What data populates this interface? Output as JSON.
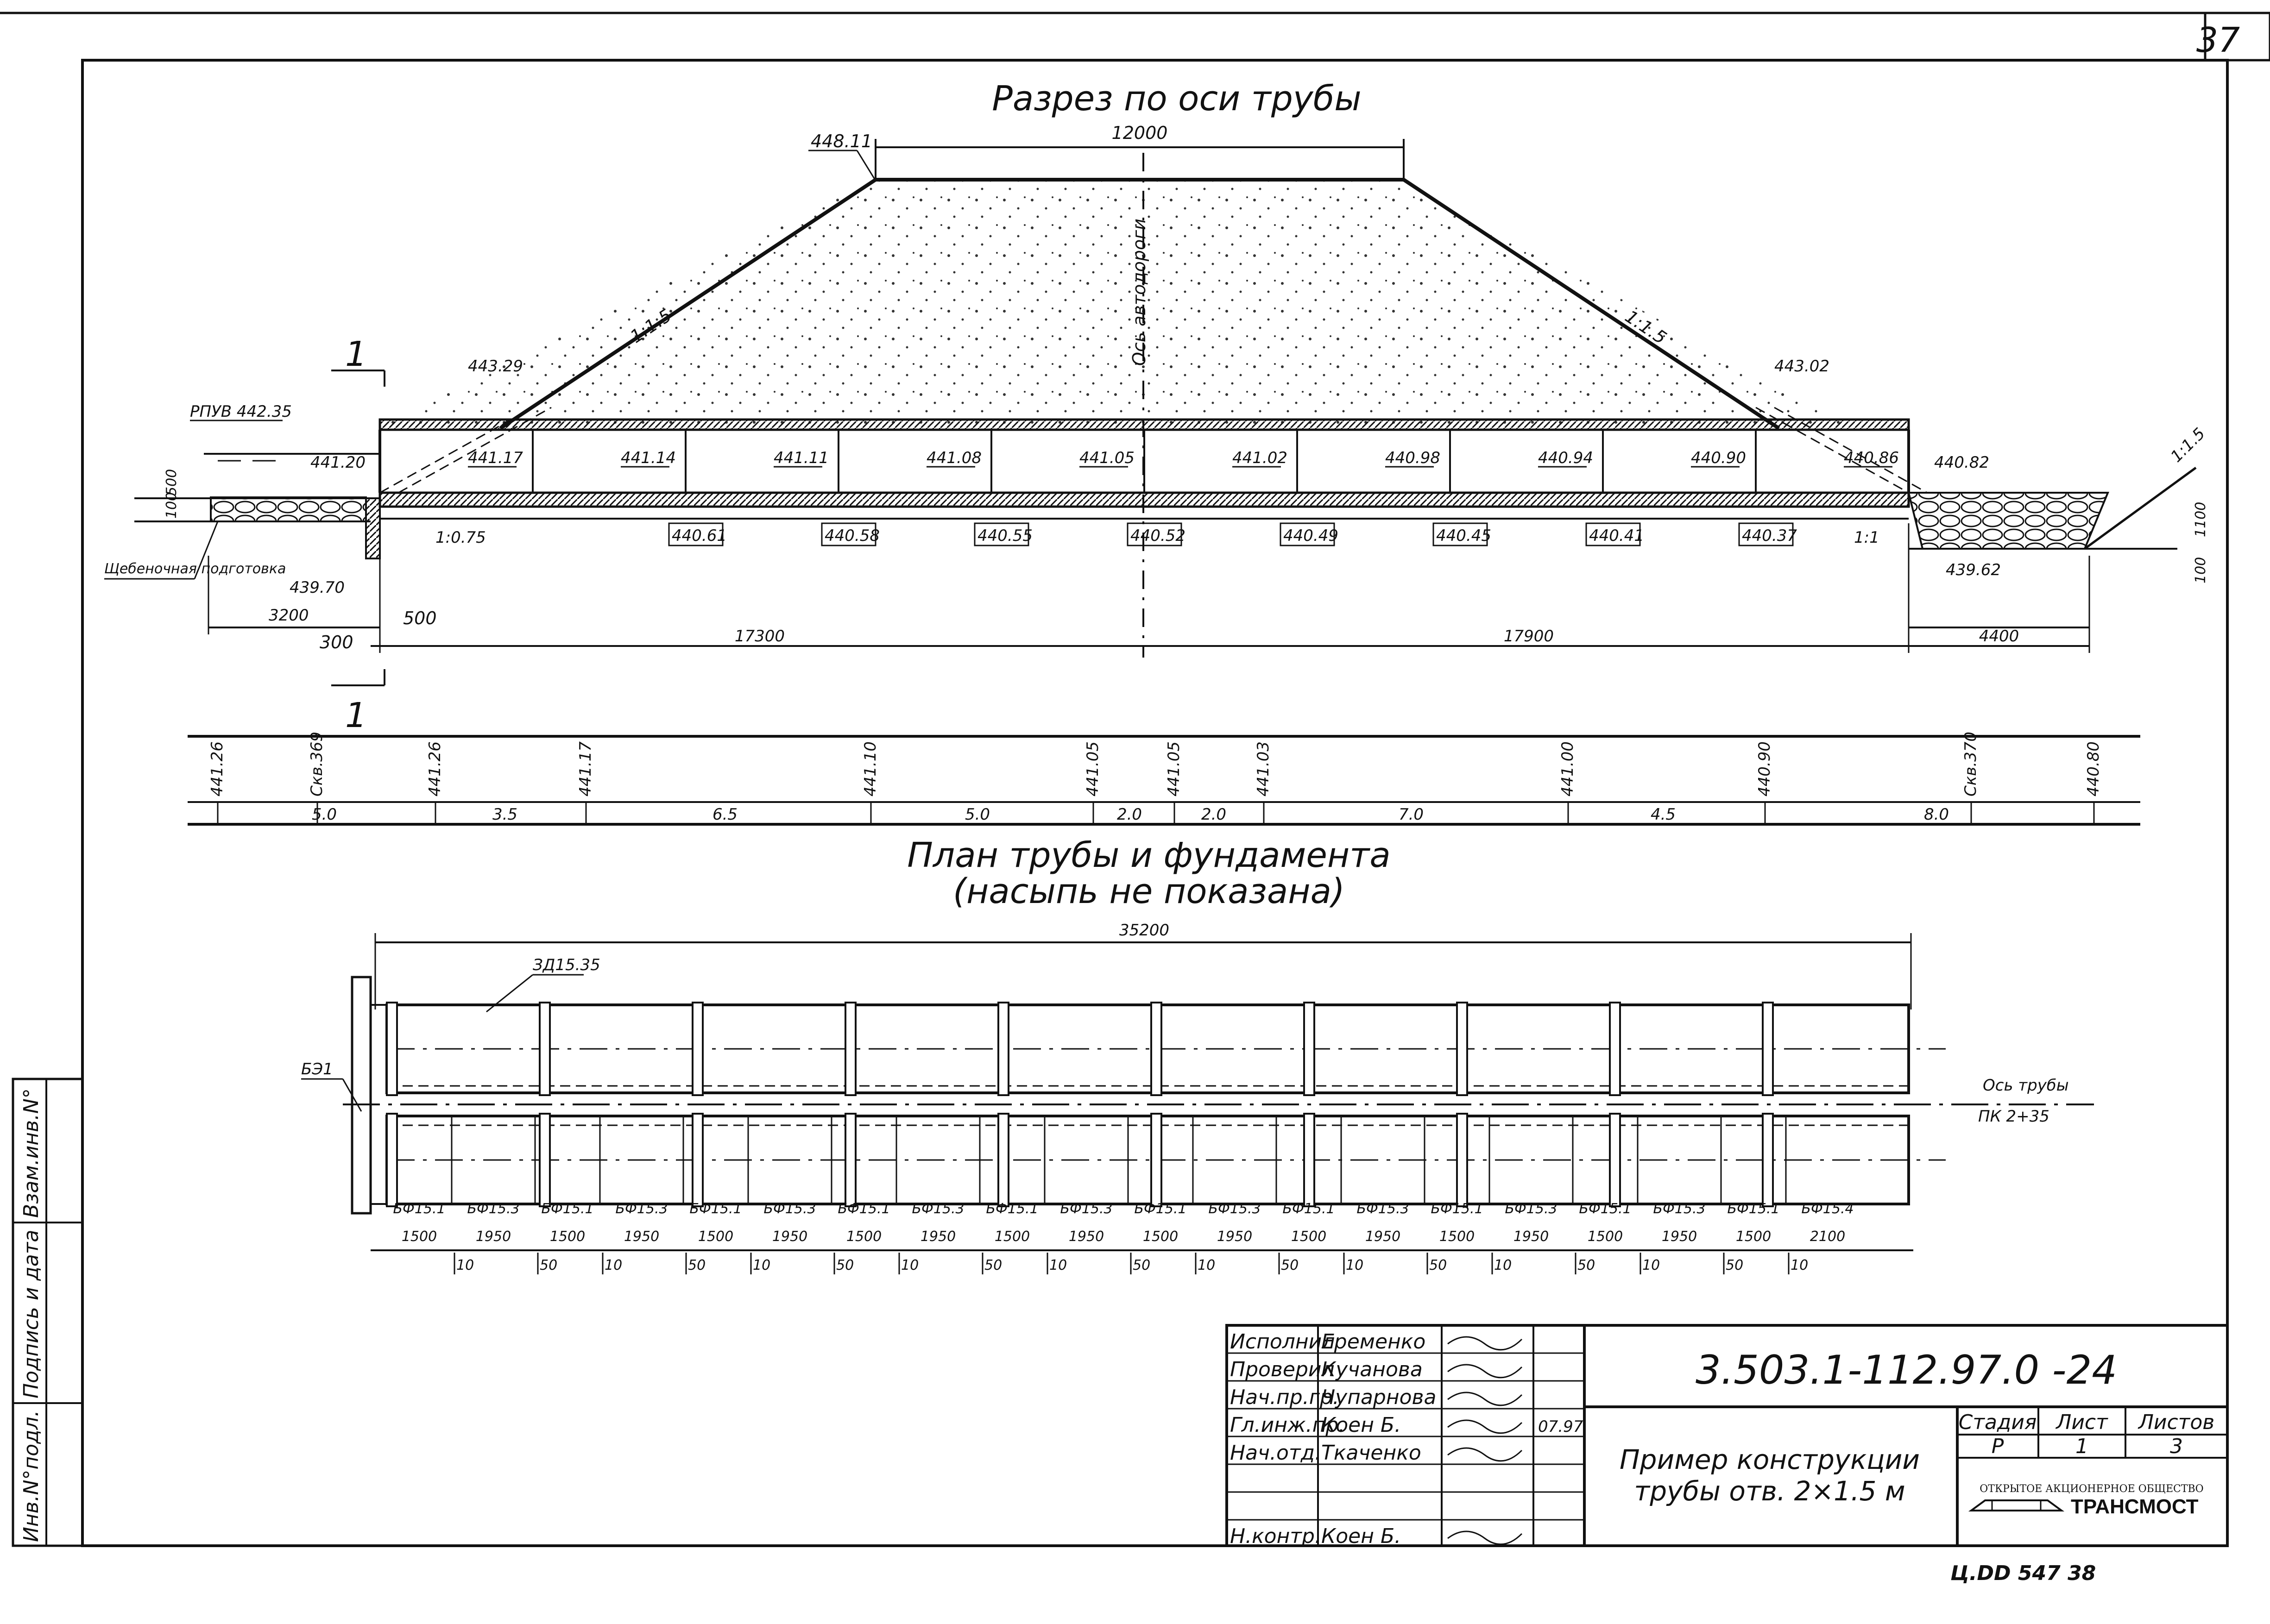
{
  "sheet": {
    "number": "37",
    "bottom_note": "Ц.DD 547   38"
  },
  "side_stamp": [
    "Инв.N°подл.",
    "Подпись и дата",
    "Взам.инв.N°"
  ],
  "section": {
    "title": "Разрез по оси трубы",
    "top_elev": "448.11",
    "crest_width": "12000",
    "slope_left": "1:1.5",
    "slope_right": "1:1.5",
    "axis_label": "Ось автодороги",
    "water": "РПУВ 442.35",
    "elev_top_left": "443.29",
    "elev_top_right": "443.02",
    "elev_left_bed": "441.20",
    "elev_right_bed": "440.82",
    "elev_left_low": "439.70",
    "elev_right_low": "439.62",
    "slope_075": "1:0.75",
    "slope_11": "1:1",
    "slope_end": "1:1.5",
    "gravel": "Щебеночная подготовка",
    "section_mark": "1",
    "upper_elevs": [
      "441.17",
      "441.14",
      "441.11",
      "441.08",
      "441.05",
      "441.02",
      "440.98",
      "440.94",
      "440.90",
      "440.86"
    ],
    "lower_elevs": [
      "440.61",
      "440.58",
      "440.55",
      "440.52",
      "440.49",
      "440.45",
      "440.41",
      "440.37"
    ],
    "dims": {
      "d500": "500",
      "d100a": "100",
      "d3200": "3200",
      "d300": "300",
      "d500b": "500",
      "d17300": "17300",
      "d17900": "17900",
      "d4400": "4400",
      "d1100": "1100",
      "d100b": "100"
    }
  },
  "profile": {
    "elevations": [
      "441.26",
      "Скв.369",
      "441.26",
      "441.17",
      "441.10",
      "441.05",
      "441.05",
      "441.03",
      "441.00",
      "440.90",
      "Скв.370",
      "440.80"
    ],
    "distances": [
      "5.0",
      "3.5",
      "6.5",
      "5.0",
      "2.0",
      "2.0",
      "7.0",
      "4.5",
      "8.0"
    ]
  },
  "plan": {
    "title_line1": "План трубы и фундамента",
    "title_line2": "(насыпь не показана)",
    "total": "35200",
    "element_top": "ЗД15.35",
    "element_left": "БЭ1",
    "axis_label": "Ось трубы",
    "pk_label": "ПК 2+35",
    "blocks": [
      "БФ15.1",
      "БФ15.3",
      "БФ15.1",
      "БФ15.3",
      "БФ15.1",
      "БФ15.3",
      "БФ15.1",
      "БФ15.3",
      "БФ15.1",
      "БФ15.3",
      "БФ15.1",
      "БФ15.3",
      "БФ15.1",
      "БФ15.3",
      "БФ15.1",
      "БФ15.3",
      "БФ15.1",
      "БФ15.3",
      "БФ15.1",
      "БФ15.4"
    ],
    "block_len": [
      "1500",
      "1950",
      "1500",
      "1950",
      "1500",
      "1950",
      "1500",
      "1950",
      "1500",
      "1950",
      "1500",
      "1950",
      "1500",
      "1950",
      "1500",
      "1950",
      "1500",
      "1950",
      "1500",
      "2100"
    ],
    "gaps": [
      "10",
      "50",
      "10",
      "50",
      "10",
      "50",
      "10",
      "50",
      "10",
      "50",
      "10",
      "50",
      "10",
      "50",
      "10",
      "50",
      "10",
      "50",
      "10"
    ]
  },
  "title_block": {
    "roles": [
      "Исполнил",
      "Проверил",
      "Нач.пр.гр.",
      "Гл.инж.пр.",
      "Нач.отд.",
      "",
      "",
      "Н.контр."
    ],
    "names": [
      "Еременко",
      "Кучанова",
      "Чупарнова",
      "Коен Б.",
      "Ткаченко",
      "",
      "",
      "Коен Б."
    ],
    "date": "07.97",
    "code": "3.503.1-112.97.0 -24",
    "description_line1": "Пример конструкции",
    "description_line2": "трубы отв. 2×1.5 м",
    "stage_header": "Стадия",
    "sheet_header": "Лист",
    "sheets_header": "Листов",
    "stage": "Р",
    "sheet_no": "1",
    "sheets_total": "3",
    "company_small": "ОТКРЫТОЕ АКЦИОНЕРНОЕ ОБЩЕСТВО",
    "company": "ТРАНСМОСТ"
  }
}
